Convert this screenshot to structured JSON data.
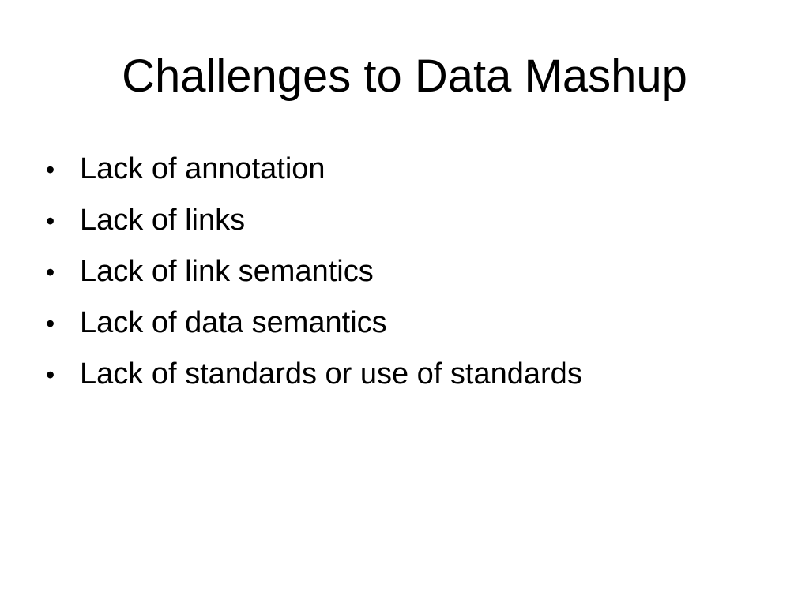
{
  "slide": {
    "title": "Challenges to Data Mashup",
    "bullet_glyph": "•",
    "bullets": [
      "Lack of annotation",
      "Lack of links",
      "Lack of link semantics",
      "Lack of data semantics",
      "Lack of standards or use of standards"
    ]
  }
}
